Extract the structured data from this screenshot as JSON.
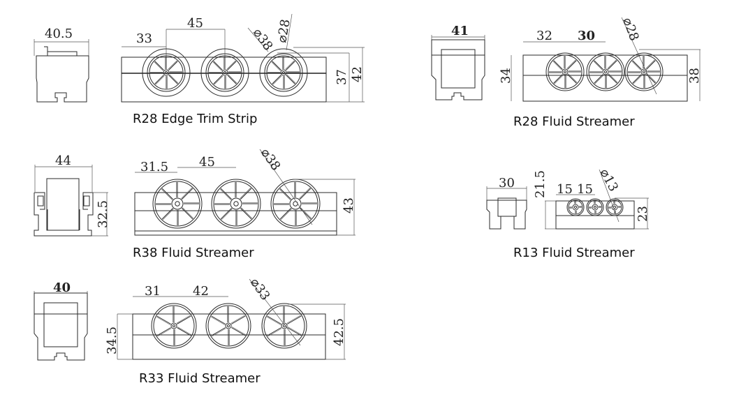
{
  "title": "Fluid Streamer / Edge Trim Strip dimension drawings",
  "units": "mm",
  "drawings": [
    {
      "id": "r28-edge-trim-strip",
      "caption": "R28 Edge Trim Strip",
      "side_width": "40.5",
      "pitch_first": "33",
      "pitch": "45",
      "outer_diameter": "38",
      "wheel_diameter": "28",
      "body_height": "37",
      "overall_height": "42",
      "wheel_count": 3,
      "spokes": 8
    },
    {
      "id": "r28-fluid-streamer",
      "caption": "R28 Fluid Streamer",
      "side_width": "41",
      "pitch_first": "32",
      "pitch": "30",
      "wheel_diameter": "28",
      "body_height": "34",
      "overall_height": "38",
      "wheel_count": 3,
      "spokes": 8
    },
    {
      "id": "r38-fluid-streamer",
      "caption": "R38 Fluid Streamer",
      "side_width": "44",
      "side_height": "32.5",
      "pitch_first": "31.5",
      "pitch": "45",
      "wheel_diameter": "38",
      "overall_height": "43",
      "wheel_count": 3,
      "spokes": 8
    },
    {
      "id": "r13-fluid-streamer",
      "caption": "R13 Fluid Streamer",
      "side_width": "30",
      "body_height": "21.5",
      "pitch_first": "15",
      "pitch": "15",
      "wheel_diameter": "13",
      "overall_height": "23",
      "wheel_count": 3,
      "spokes": 4
    },
    {
      "id": "r33-fluid-streamer",
      "caption": "R33 Fluid Streamer",
      "side_width": "40",
      "pitch_first": "31",
      "pitch": "42",
      "wheel_diameter": "33",
      "body_height": "34.5",
      "overall_height": "42.5",
      "wheel_count": 3,
      "spokes": 6
    }
  ],
  "symbols": {
    "diameter": "⌀"
  }
}
